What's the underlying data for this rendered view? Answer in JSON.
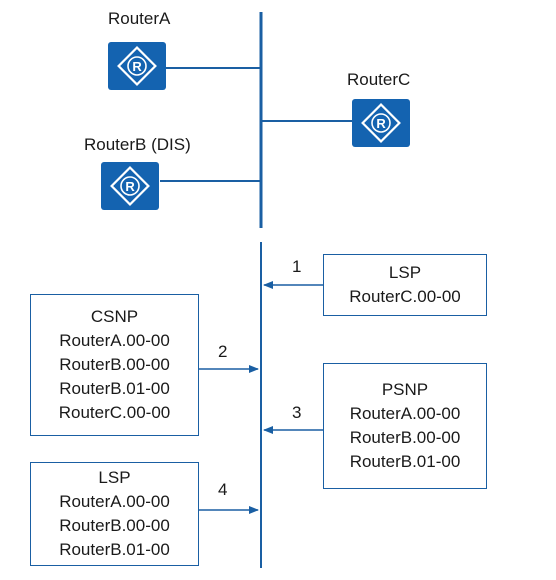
{
  "colors": {
    "router": "#1463b0",
    "line": "#1a5fa3"
  },
  "routers": {
    "a": {
      "label": "RouterA",
      "icon": "router-icon"
    },
    "b": {
      "label": "RouterB (DIS)",
      "icon": "router-icon"
    },
    "c": {
      "label": "RouterC",
      "icon": "router-icon"
    }
  },
  "messages": [
    {
      "step": "1",
      "title": "LSP",
      "entries": [
        "RouterC.00-00"
      ],
      "direction": "to-bus"
    },
    {
      "step": "2",
      "title": "CSNP",
      "entries": [
        "RouterA.00-00",
        "RouterB.00-00",
        "RouterB.01-00",
        "RouterC.00-00"
      ],
      "direction": "to-bus"
    },
    {
      "step": "3",
      "title": "PSNP",
      "entries": [
        "RouterA.00-00",
        "RouterB.00-00",
        "RouterB.01-00"
      ],
      "direction": "to-bus"
    },
    {
      "step": "4",
      "title": "LSP",
      "entries": [
        "RouterA.00-00",
        "RouterB.00-00",
        "RouterB.01-00"
      ],
      "direction": "to-bus"
    }
  ]
}
